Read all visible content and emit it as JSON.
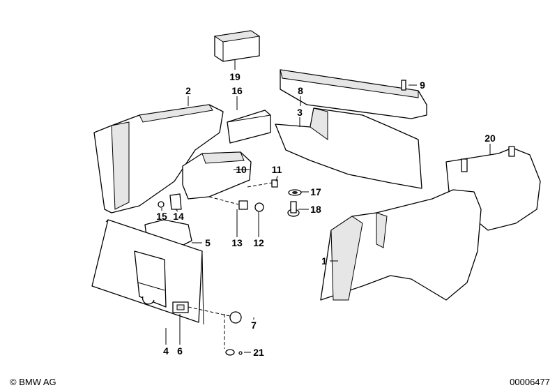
{
  "labels": {
    "p1": "1",
    "p2": "2",
    "p3": "3",
    "p4": "4",
    "p5": "5",
    "p6": "6",
    "p7": "7",
    "p8": "8",
    "p9": "9",
    "p10": "10",
    "p11": "11",
    "p12": "12",
    "p13": "13",
    "p14": "14",
    "p15": "15",
    "p16": "16",
    "p17": "17",
    "p18": "18",
    "p19": "19",
    "p20": "20",
    "p21": "21"
  },
  "footer": {
    "copyright": "© BMW AG",
    "diagram_id": "00006477"
  }
}
